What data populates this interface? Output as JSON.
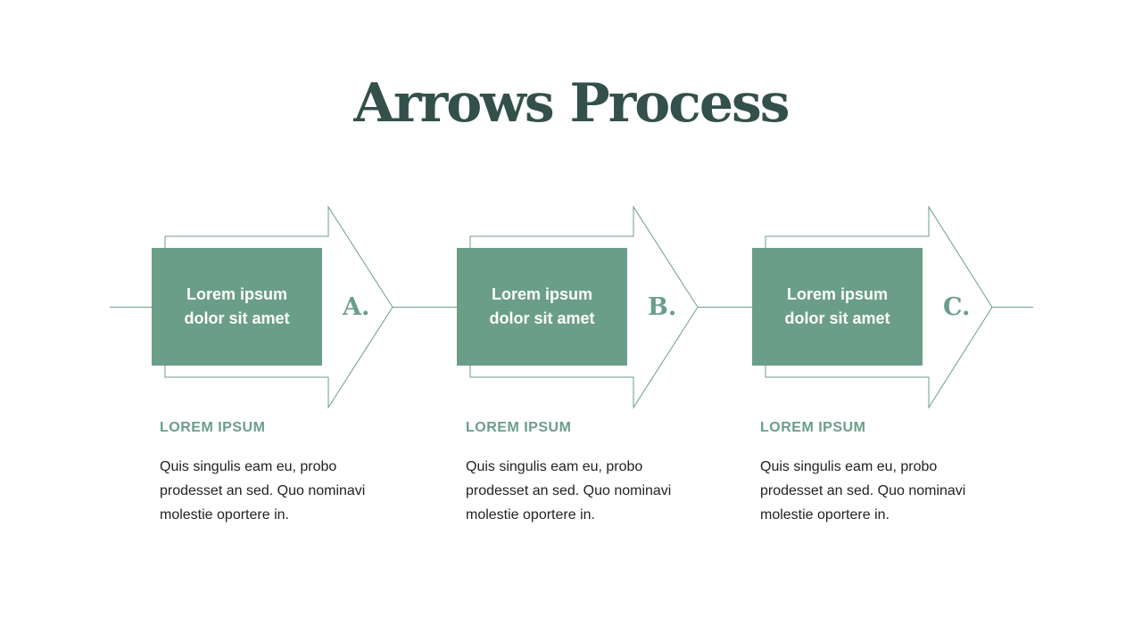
{
  "title": "Arrows Process",
  "colors": {
    "accent": "#6b9e89",
    "title": "#33504a",
    "text": "#222222",
    "background": "#ffffff"
  },
  "steps": [
    {
      "box_text": "Lorem ipsum dolor sit amet",
      "letter": "A.",
      "heading": "LOREM IPSUM",
      "body": "Quis singulis eam eu,  probo prodesset an sed. Quo nominavi molestie oportere in."
    },
    {
      "box_text": "Lorem ipsum dolor sit amet",
      "letter": "B.",
      "heading": "LOREM IPSUM",
      "body": "Quis singulis eam eu,  probo prodesset an sed. Quo nominavi molestie oportere in."
    },
    {
      "box_text": "Lorem ipsum dolor sit amet",
      "letter": "C.",
      "heading": "LOREM IPSUM",
      "body": "Quis singulis eam eu,  probo prodesset an sed. Quo nominavi molestie oportere in."
    }
  ]
}
